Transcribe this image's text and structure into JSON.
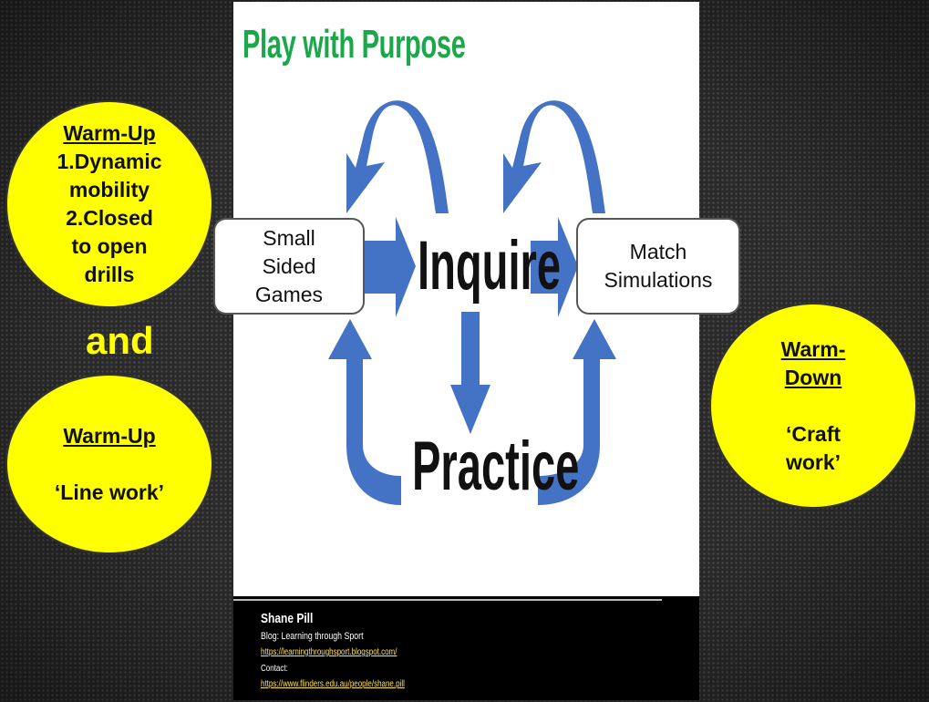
{
  "poster": {
    "title": "Play with Purpose",
    "center_top": "Inquire",
    "center_bottom": "Practice",
    "arrow_color": "#4472c4",
    "title_color": "#1aa84a"
  },
  "boxes": {
    "small_sided": [
      "Small",
      "Sided",
      "Games"
    ],
    "match": [
      "Match",
      "Simulations"
    ]
  },
  "circles": {
    "warmup1": {
      "heading": "Warm-Up",
      "lines": [
        "1.Dynamic",
        "mobility",
        "2.Closed",
        "to open",
        "drills"
      ]
    },
    "warmup2": {
      "heading": "Warm-Up",
      "line": "‘Line work’"
    },
    "warmdown": {
      "heading": [
        "Warm-",
        "Down"
      ],
      "lines": [
        "‘Craft",
        "work’"
      ]
    },
    "fill_color": "#ffff00"
  },
  "connector": "and",
  "footer": {
    "name": "Shane Pill",
    "blog": "Blog: Learning through Sport",
    "blog_url": "https://learningthroughsport.blogspot.com/",
    "contact": "Contact:",
    "contact_url": "https://www.flinders.edu.au/people/shane.pill"
  }
}
